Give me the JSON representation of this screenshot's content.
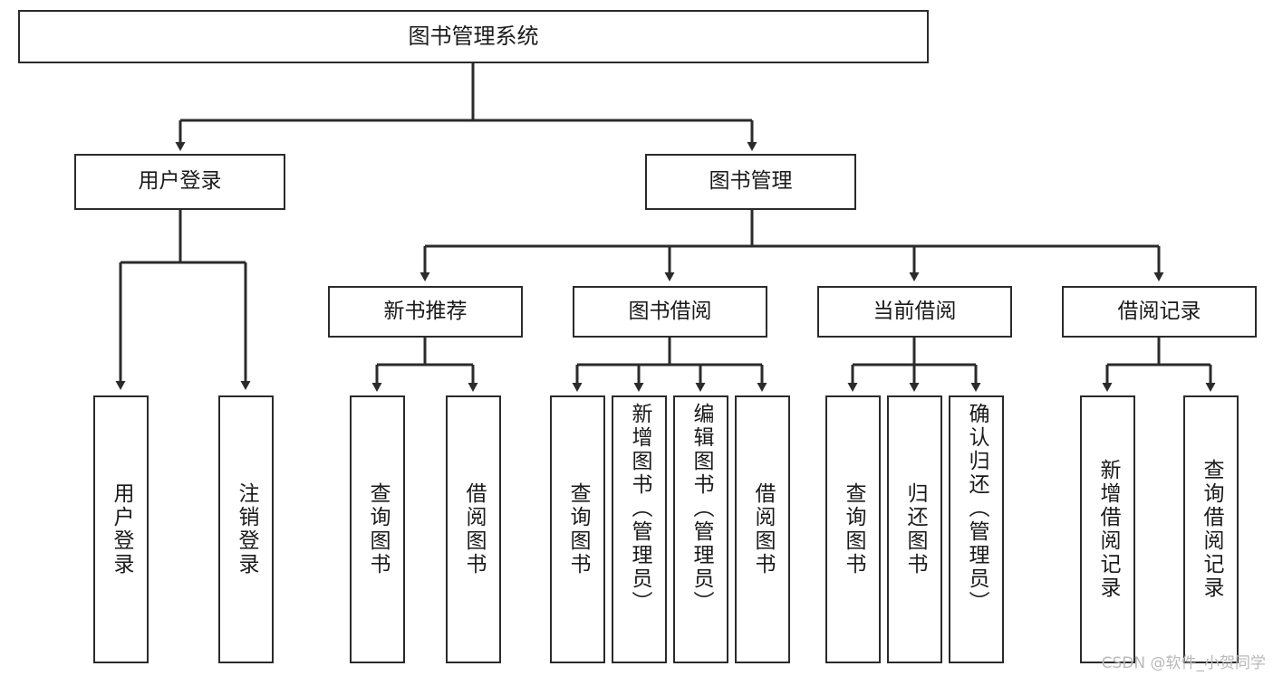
{
  "diagram": {
    "type": "tree-hierarchy-chart",
    "title": "图书管理系统",
    "root": {
      "id": "root",
      "label": "图书管理系统",
      "orientation": "horizontal"
    },
    "tier2": [
      {
        "id": "user-login",
        "label": "用户登录",
        "orientation": "horizontal"
      },
      {
        "id": "book-management",
        "label": "图书管理",
        "orientation": "horizontal"
      }
    ],
    "tier3": [
      {
        "id": "new-book-recommend",
        "label": "新书推荐",
        "orientation": "horizontal"
      },
      {
        "id": "book-borrow",
        "label": "图书借阅",
        "orientation": "horizontal"
      },
      {
        "id": "current-borrow",
        "label": "当前借阅",
        "orientation": "horizontal"
      },
      {
        "id": "borrow-record",
        "label": "借阅记录",
        "orientation": "horizontal"
      }
    ],
    "leaves": [
      {
        "id": "leaf-user-login",
        "label": "用户登录",
        "parent": "user-login"
      },
      {
        "id": "leaf-logout-login",
        "label": "注销登录",
        "parent": "user-login"
      },
      {
        "id": "leaf-query-book-1",
        "label": "查询图书",
        "parent": "new-book-recommend"
      },
      {
        "id": "leaf-borrow-book-1",
        "label": "借阅图书",
        "parent": "new-book-recommend"
      },
      {
        "id": "leaf-query-book-2",
        "label": "查询图书",
        "parent": "book-borrow"
      },
      {
        "id": "leaf-add-book",
        "label": "新增图书（管理员）",
        "parent": "book-borrow"
      },
      {
        "id": "leaf-edit-book",
        "label": "编辑图书（管理员）",
        "parent": "book-borrow"
      },
      {
        "id": "leaf-borrow-book-2",
        "label": "借阅图书",
        "parent": "book-borrow"
      },
      {
        "id": "leaf-query-book-3",
        "label": "查询图书",
        "parent": "current-borrow"
      },
      {
        "id": "leaf-return-book",
        "label": "归还图书",
        "parent": "current-borrow"
      },
      {
        "id": "leaf-confirm-return",
        "label": "确认归还（管理员）",
        "parent": "current-borrow"
      },
      {
        "id": "leaf-add-record",
        "label": "新增借阅记录",
        "parent": "borrow-record"
      },
      {
        "id": "leaf-query-record",
        "label": "查询借阅记录",
        "parent": "borrow-record"
      }
    ],
    "colors": {
      "stroke": "#2b2b2b",
      "fill": "#ffffff",
      "text": "#1a1a1a",
      "watermark": "#b9b9b9"
    }
  },
  "watermark": {
    "text": "CSDN @软件_小贺同学"
  }
}
